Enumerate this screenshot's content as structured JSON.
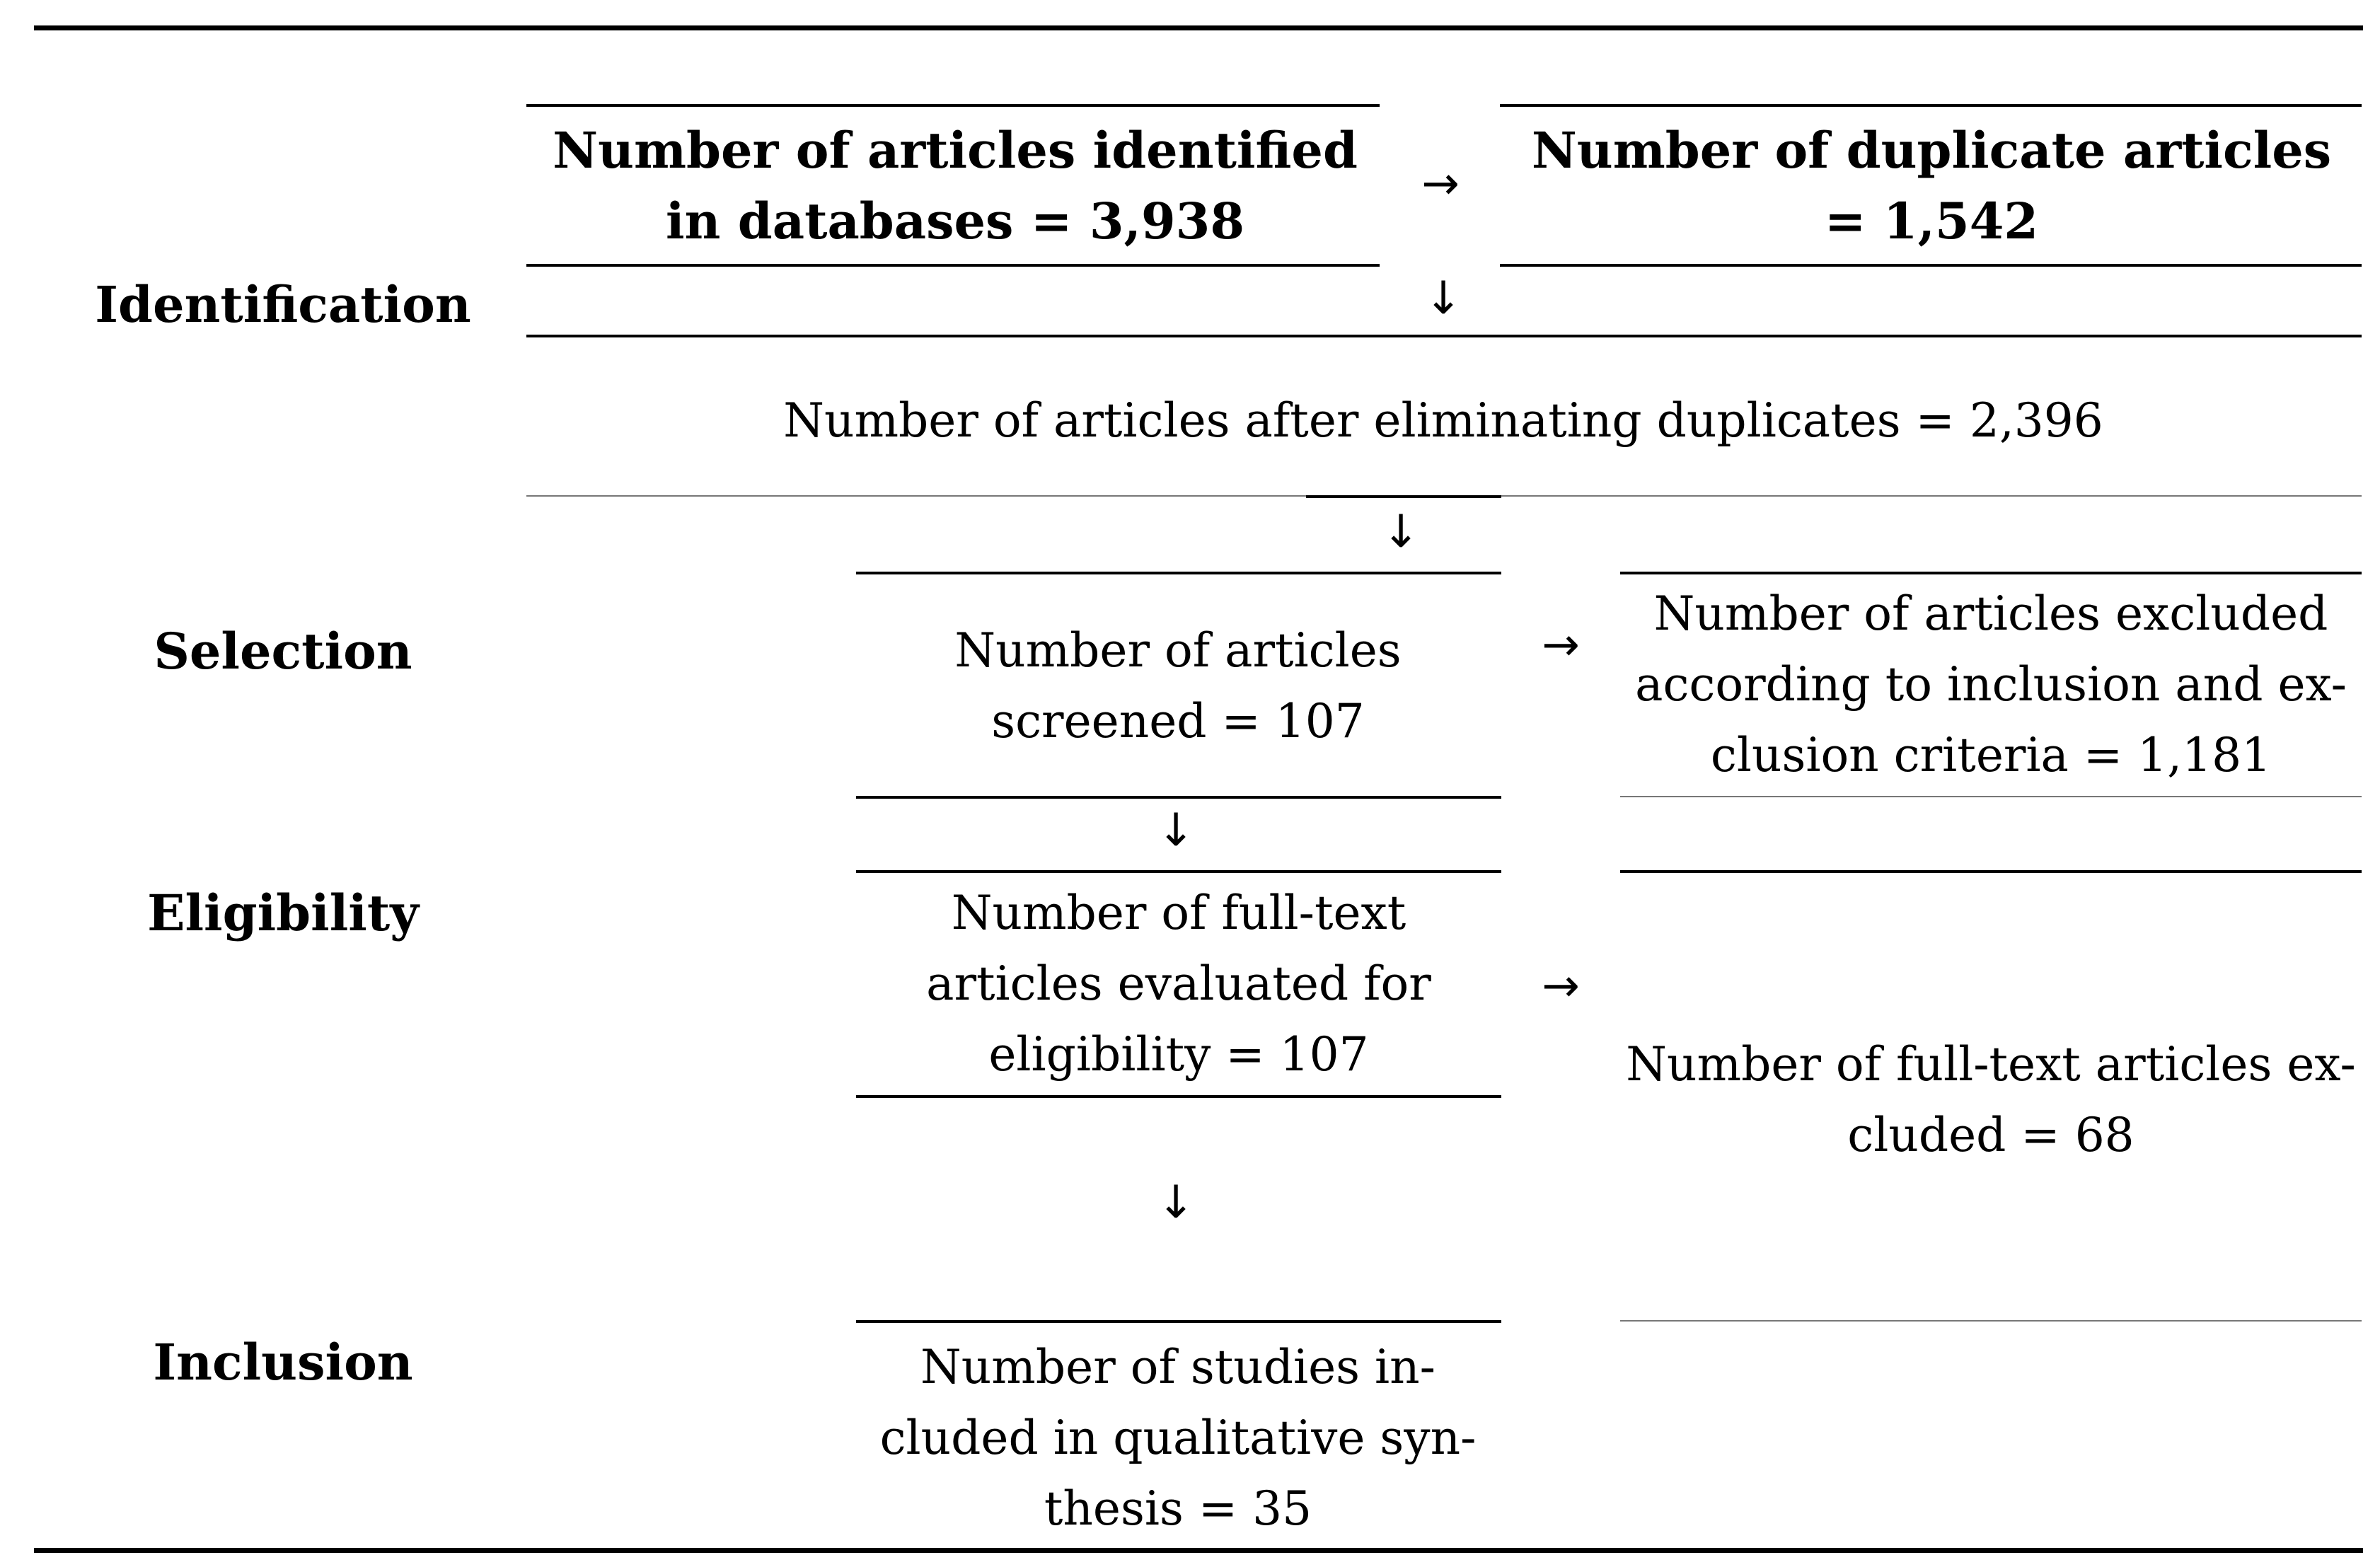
{
  "stages": {
    "identification": "Identification",
    "selection": "Selection",
    "eligibility": "Eligibility",
    "inclusion": "Inclusion"
  },
  "boxes": {
    "identified": "Number of articles identified in databases = 3,938",
    "duplicates": "Number of duplicate articles = 1,542",
    "after_duplicates": "Number of articles after eliminating duplicates = 2,396",
    "screened": "Number of articles screened = 107",
    "excluded_criteria": "Number of articles excluded according to inclusion and ex-clusion criteria = 1,181",
    "full_text_evaluated": "Number of full-text articles evaluated for eligibility = 107",
    "full_text_excluded": "Number of full-text articles ex-cluded = 68",
    "included": "Number of studies in-cluded in qualitative syn-thesis = 35"
  },
  "arrows": {
    "right": "→",
    "down": "↓"
  }
}
